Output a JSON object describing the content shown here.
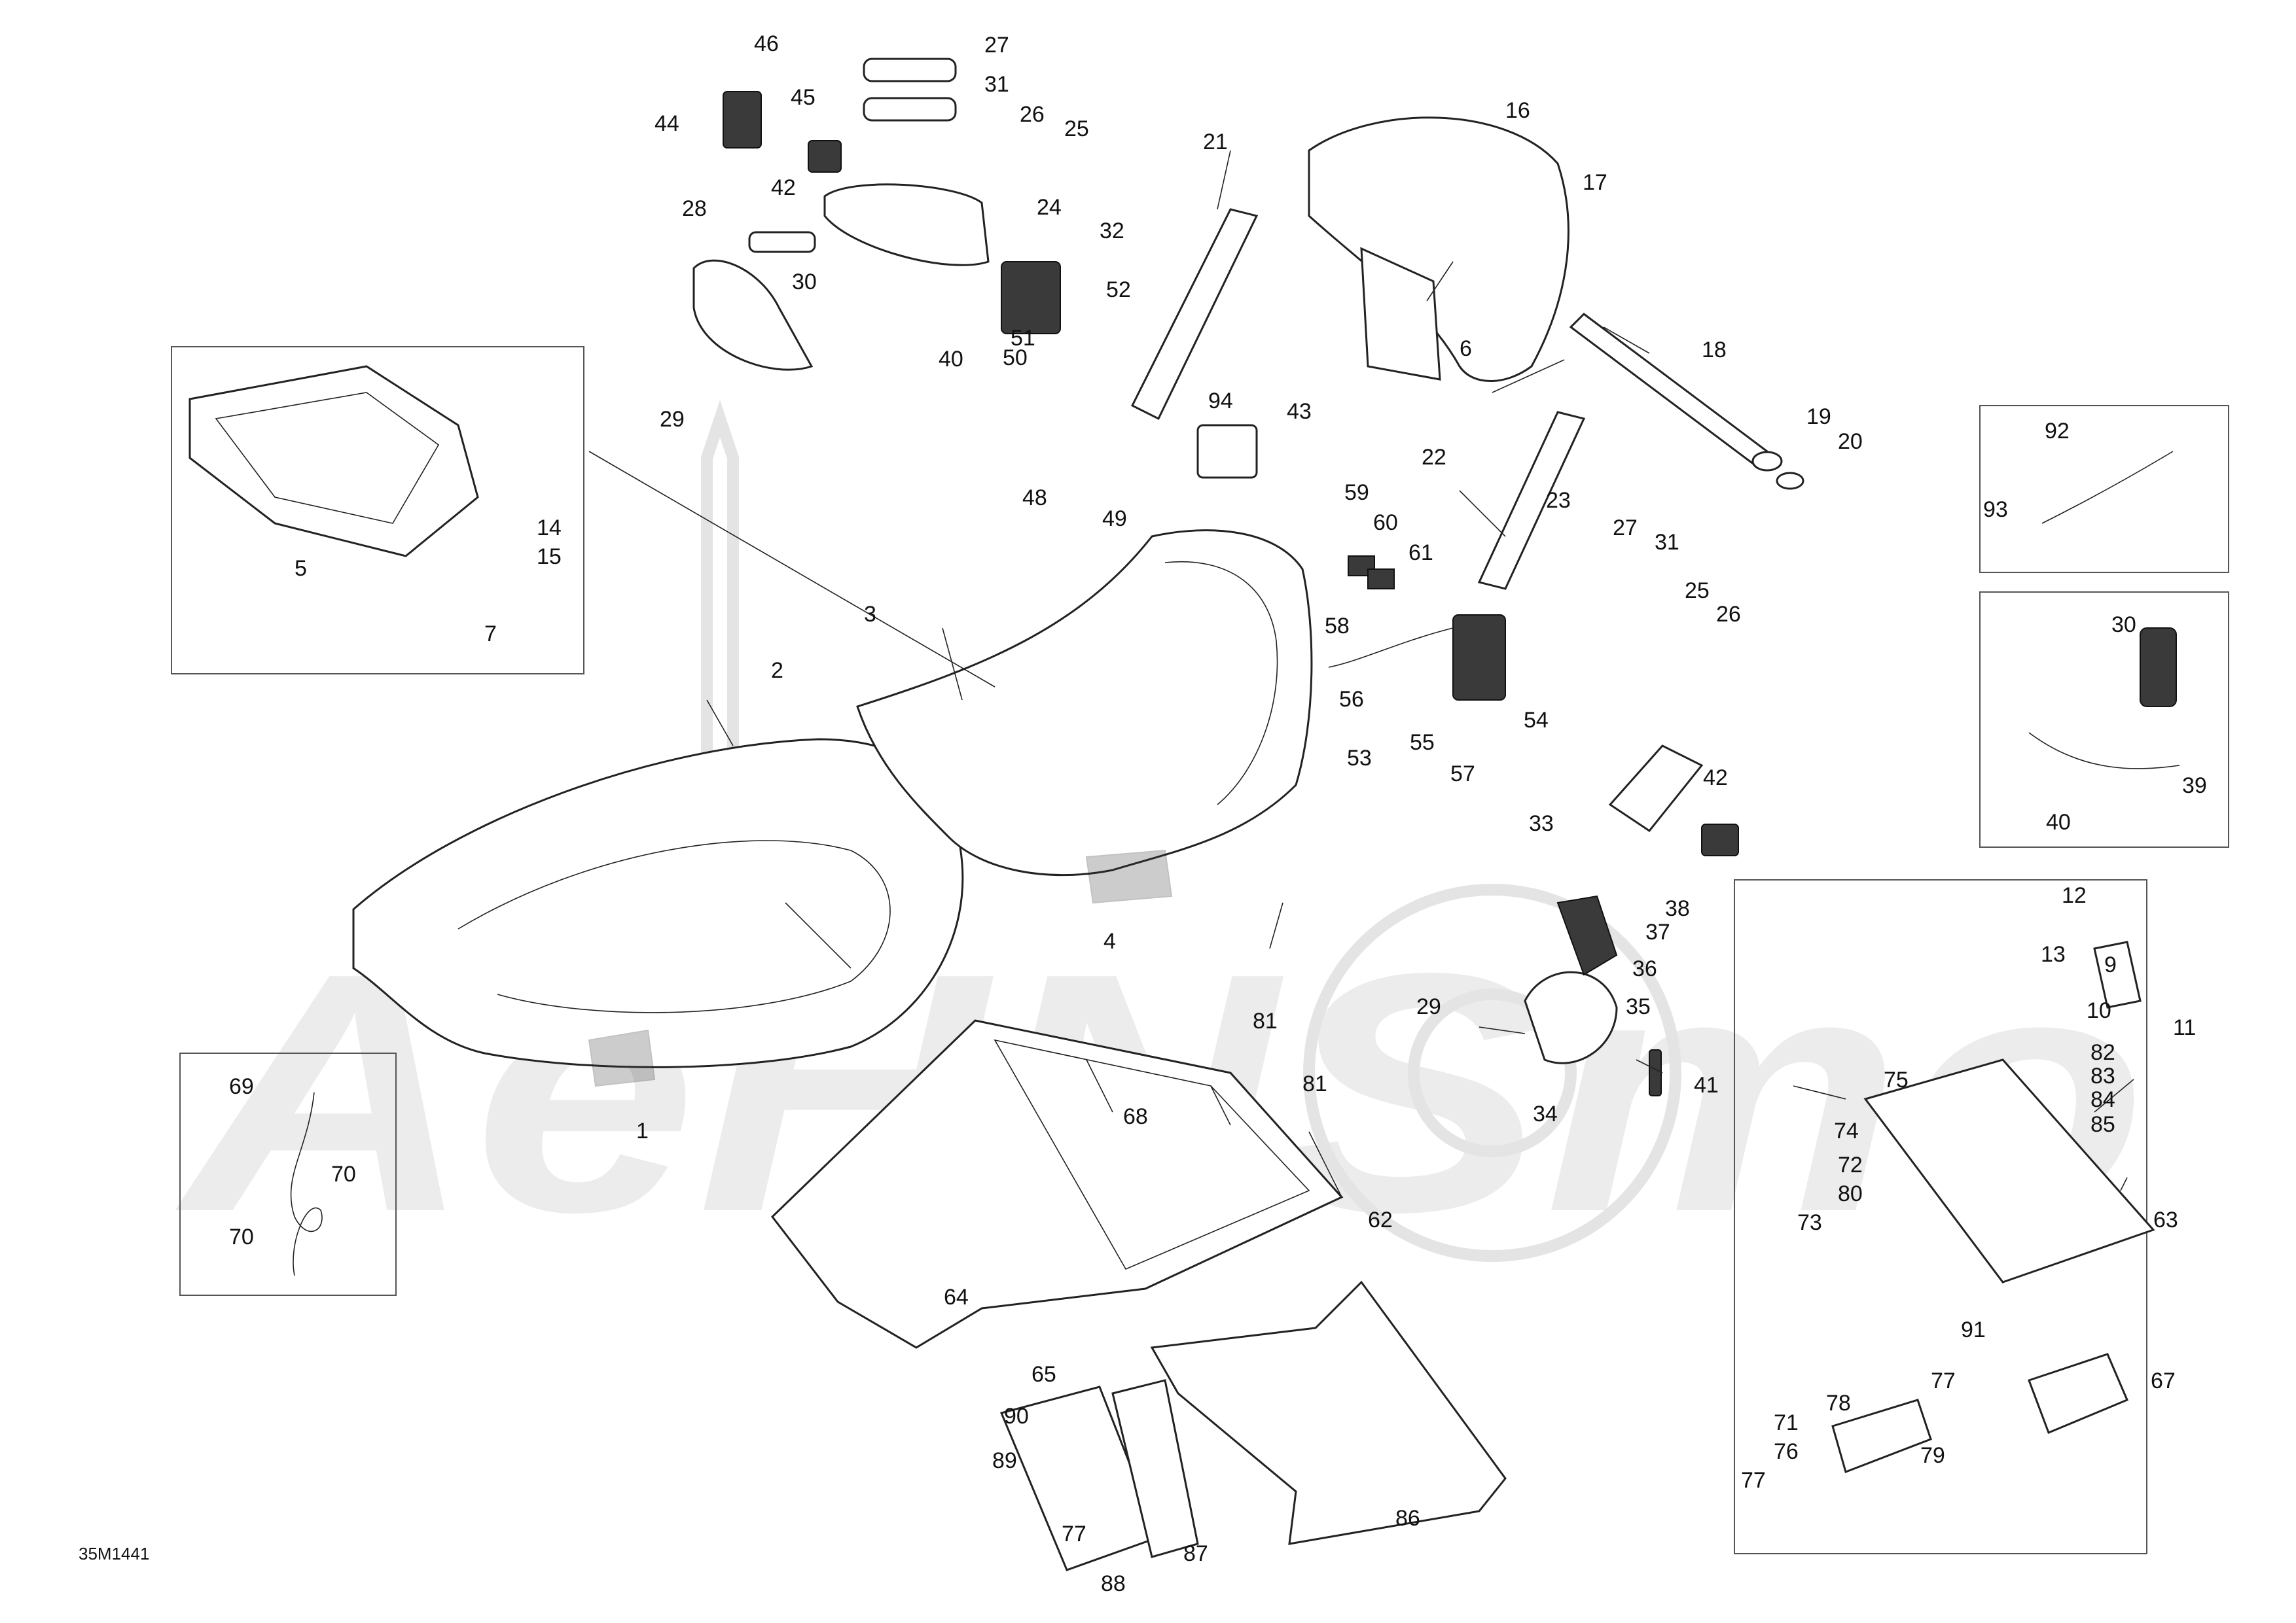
{
  "diagram": {
    "drawing_code": "35M1441",
    "watermark_logo": "AeHNSmo",
    "callouts": [
      "1",
      "2",
      "3",
      "4",
      "5",
      "6",
      "7",
      "9",
      "10",
      "11",
      "12",
      "13",
      "14",
      "15",
      "16",
      "17",
      "18",
      "19",
      "20",
      "21",
      "22",
      "23",
      "24",
      "25",
      "26",
      "27",
      "28",
      "29",
      "30",
      "31",
      "32",
      "33",
      "34",
      "35",
      "36",
      "37",
      "38",
      "39",
      "40",
      "41",
      "42",
      "43",
      "44",
      "45",
      "46",
      "48",
      "49",
      "50",
      "51",
      "52",
      "53",
      "54",
      "55",
      "56",
      "57",
      "58",
      "59",
      "60",
      "61",
      "62",
      "63",
      "64",
      "65",
      "67",
      "68",
      "69",
      "70",
      "71",
      "72",
      "73",
      "74",
      "75",
      "76",
      "77",
      "78",
      "79",
      "80",
      "81",
      "82",
      "83",
      "84",
      "85",
      "86",
      "87",
      "88",
      "89",
      "90",
      "91",
      "92",
      "93",
      "94"
    ]
  }
}
